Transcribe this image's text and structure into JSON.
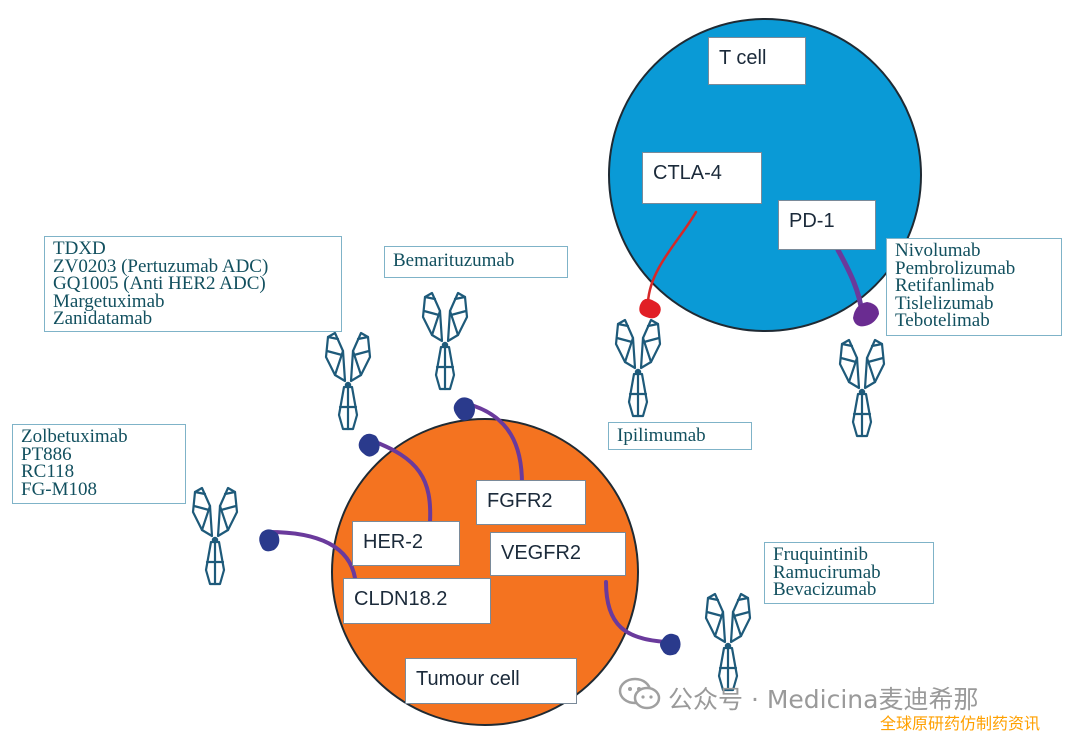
{
  "cells": {
    "t_cell": "T cell",
    "ctla4": "CTLA-4",
    "pd1": "PD-1",
    "her2": "HER-2",
    "fgfr2": "FGFR2",
    "vegfr2": "VEGFR2",
    "cldn": "CLDN18.2",
    "tumour": "Tumour cell"
  },
  "drug_groups": {
    "her2": [
      "TDXD",
      "ZV0203 (Pertuzumab ADC)",
      "GQ1005 (Anti HER2 ADC)",
      "Margetuximab",
      "Zanidatamab"
    ],
    "fgfr2": [
      "Bemarituzumab"
    ],
    "ctla4": [
      "Ipilimumab"
    ],
    "pd1": [
      "Nivolumab",
      "Pembrolizumab",
      "Retifanlimab",
      "Tislelizumab",
      "Tebotelimab"
    ],
    "cldn": [
      "Zolbetuximab",
      "PT886",
      "RC118",
      "FG-M108"
    ],
    "vegfr2": [
      "Fruquintinib",
      "Ramucirumab",
      "Bevacizumab"
    ]
  },
  "watermark": {
    "main": "公众号 · Medicina麦迪希那",
    "sub": "全球原研药仿制药资讯",
    "icon": "wechat-icon"
  },
  "colors": {
    "t_cell": "#0a9ad6",
    "tumour_cell": "#f47320",
    "antibody": "#1e5a7a",
    "binding_link": "#6a3a9c",
    "ctla4_link": "#d62828",
    "binding_blob": "#2a3a8c",
    "watermark_sub": "#ffa000"
  }
}
